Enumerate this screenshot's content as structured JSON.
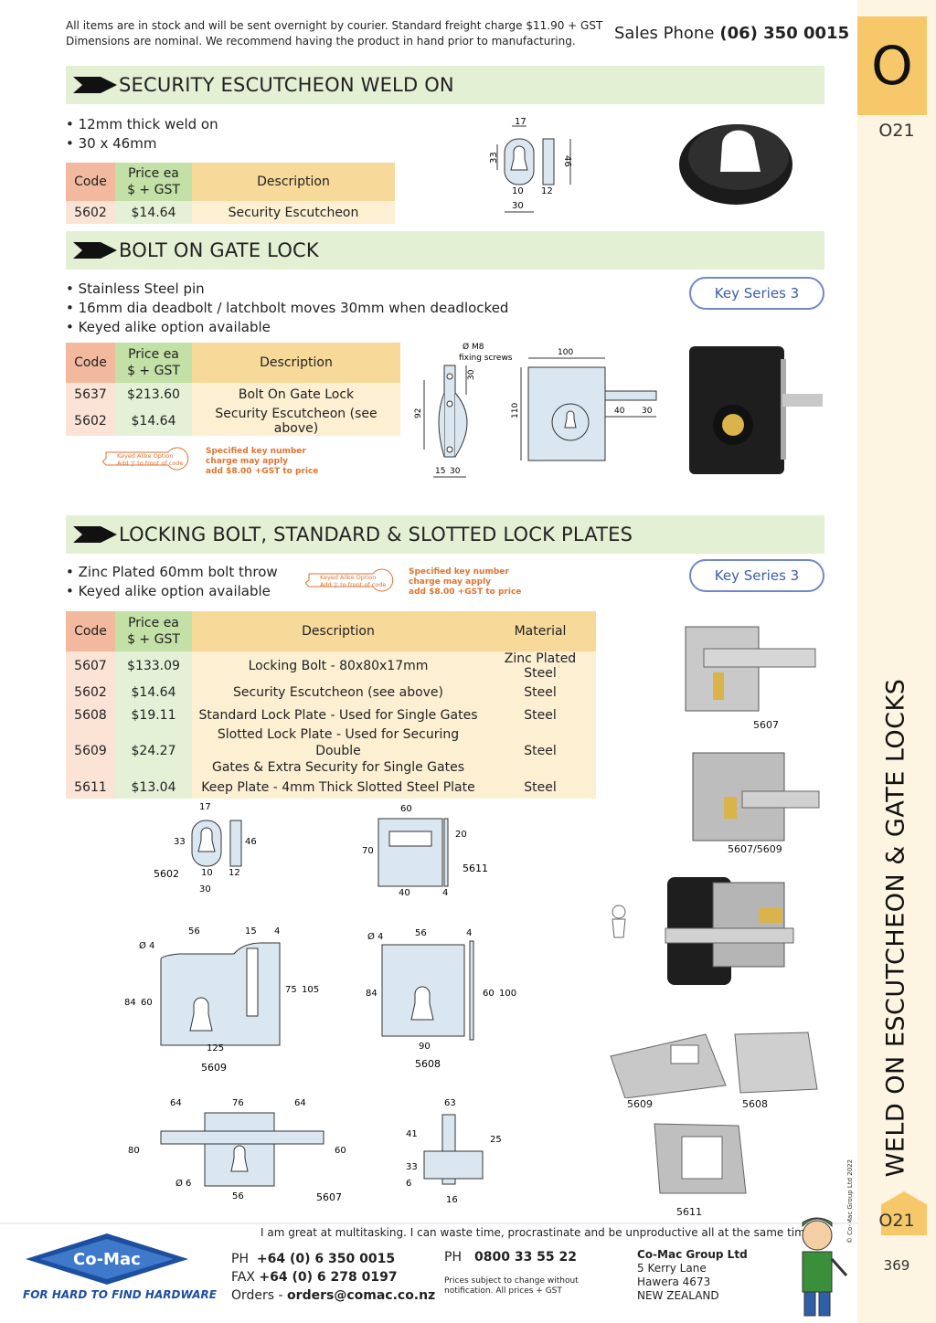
{
  "header": {
    "notice_line1": "All items are in stock and will be sent overnight by courier. Standard freight charge $11.90 + GST",
    "notice_line2": "Dimensions are nominal. We recommend having the product in hand prior to manufacturing.",
    "sales_label": "Sales Phone",
    "sales_phone": "(06) 350 0015"
  },
  "side": {
    "letter": "O",
    "page_code": "O21",
    "vertical_title": "WELD ON ESCUTCHEON & GATE LOCKS",
    "copyright": "© Co-Mac Group Ltd 2022",
    "page_code_bottom": "O21",
    "page_number": "369"
  },
  "section1": {
    "title": "SECURITY ESCUTCHEON WELD ON",
    "bullets": [
      "• 12mm thick weld on",
      "• 30 x 46mm"
    ],
    "headers": [
      "Code",
      "Price ea",
      "$ + GST",
      "Description"
    ],
    "rows": [
      [
        "5602",
        "$14.64",
        "Security Escutcheon"
      ]
    ],
    "dims": [
      "17",
      "33",
      "46",
      "10",
      "12",
      "30"
    ]
  },
  "section2": {
    "title": "BOLT ON GATE LOCK",
    "bullets": [
      "• Stainless Steel pin",
      "• 16mm dia deadbolt / latchbolt moves 30mm when deadlocked",
      "• Keyed alike option available"
    ],
    "key_series": "Key Series 3",
    "headers": [
      "Code",
      "Price ea",
      "$ + GST",
      "Description"
    ],
    "rows": [
      [
        "5637",
        "$213.60",
        "Bolt On Gate Lock"
      ],
      [
        "5602",
        "$14.64",
        "Security Escutcheon (see above)"
      ]
    ],
    "keyed_alike_1": "Keyed Alike Option",
    "keyed_alike_2": "Add 'J' to front of code",
    "spec_1": "Specified key number",
    "spec_2": "charge may apply",
    "spec_3": "add $8.00 +GST to price",
    "dims": [
      "Ø M8",
      "fixing screws",
      "100",
      "30",
      "92",
      "110",
      "40",
      "30",
      "15",
      "30"
    ]
  },
  "section3": {
    "title": "LOCKING BOLT, STANDARD & SLOTTED LOCK PLATES",
    "bullets": [
      "• Zinc Plated 60mm bolt throw",
      "• Keyed alike option available"
    ],
    "key_series": "Key Series 3",
    "keyed_alike_1": "Keyed Alike Option",
    "keyed_alike_2": "Add 'J' to front of code",
    "spec_1": "Specified key number",
    "spec_2": "charge may apply",
    "spec_3": "add $8.00 +GST to price",
    "headers": [
      "Code",
      "Price ea",
      "$ + GST",
      "Description",
      "Material"
    ],
    "rows": [
      [
        "5607",
        "$133.09",
        "Locking Bolt - 80x80x17mm",
        "",
        "Zinc Plated Steel"
      ],
      [
        "5602",
        "$14.64",
        "Security Escutcheon (see above)",
        "",
        "Steel"
      ],
      [
        "5608",
        "$19.11",
        "Standard Lock Plate - Used for Single Gates",
        "",
        "Steel"
      ],
      [
        "5609",
        "$24.27",
        "Slotted Lock Plate - Used for Securing Double",
        "Gates & Extra Security for Single Gates",
        "Steel"
      ],
      [
        "5611",
        "$13.04",
        "Keep Plate - 4mm Thick Slotted Steel Plate",
        "",
        "Steel"
      ]
    ],
    "photo_labels": [
      "5607",
      "5607/5609",
      "5609",
      "5608",
      "5611"
    ],
    "drawing_labels": [
      "5602",
      "5611",
      "5609",
      "5608",
      "5607"
    ],
    "dims_5602": [
      "17",
      "33",
      "46",
      "10",
      "12",
      "30"
    ],
    "dims_5611": [
      "60",
      "70",
      "20",
      "40",
      "4"
    ],
    "dims_5609": [
      "56",
      "15",
      "4",
      "Ø 4",
      "84",
      "60",
      "75",
      "105",
      "125"
    ],
    "dims_5608": [
      "Ø 4",
      "56",
      "4",
      "84",
      "60",
      "100",
      "90"
    ],
    "dims_5607": [
      "64",
      "76",
      "64",
      "80",
      "60",
      "Ø 6",
      "56"
    ],
    "dims_side": [
      "63",
      "41",
      "25",
      "33",
      "6",
      "16"
    ]
  },
  "footer": {
    "tagline": "I am great at multitasking. I can waste time, procrastinate and be unproductive all at the same time.",
    "ph_label": "PH",
    "ph": "+64 (0) 6 350 0015",
    "fax_label": "FAX",
    "fax": "+64 (0) 6 278 0197",
    "orders_label": "Orders -",
    "orders": "orders@comac.co.nz",
    "ph2_label": "PH",
    "ph2": "0800 33 55 22",
    "prices_1": "Prices subject to change without",
    "prices_2": "notification. All prices + GST",
    "company": "Co-Mac Group Ltd",
    "addr1": "5 Kerry Lane",
    "addr2": "Hawera 4673",
    "addr3": "NEW ZEALAND",
    "logo_text": "Co-Mac",
    "slogan": "FOR HARD TO FIND HARDWARE"
  },
  "colors": {
    "section_band": "#e3f0d4",
    "tab": "#f6c86a",
    "code_col": "#f3b99f",
    "price_col": "#c3e0a6",
    "desc_col": "#f7d99a",
    "brand_blue": "#1d4ea0",
    "keyed_orange": "#e2722e"
  }
}
